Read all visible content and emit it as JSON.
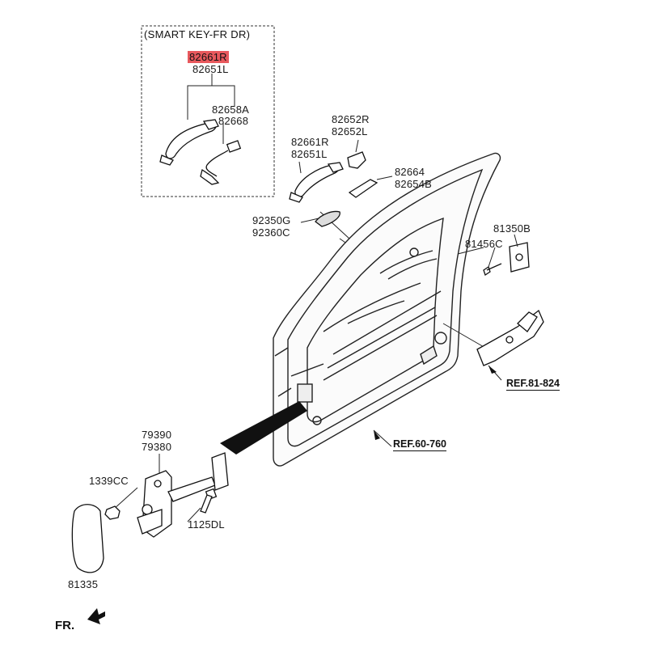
{
  "inset": {
    "title": "(SMART KEY-FR DR)",
    "part_highlighted": "82661R",
    "part_b": "82651L",
    "part_c": "82658A",
    "part_d": "82668"
  },
  "labels": {
    "p82652R": "82652R",
    "p82652L": "82652L",
    "p82661R": "82661R",
    "p82651L": "82651L",
    "p82664": "82664",
    "p82654B": "82654B",
    "p92350G": "92350G",
    "p92360C": "92360C",
    "p81350B": "81350B",
    "p81456C": "81456C",
    "p79390": "79390",
    "p79380": "79380",
    "p1339CC": "1339CC",
    "p1125DL": "1125DL",
    "p81335": "81335"
  },
  "refs": {
    "latch": "REF.81-824",
    "door": "REF.60-760"
  },
  "front_indicator": "FR.",
  "colors": {
    "highlight": "#e8595d",
    "line": "#222222"
  }
}
